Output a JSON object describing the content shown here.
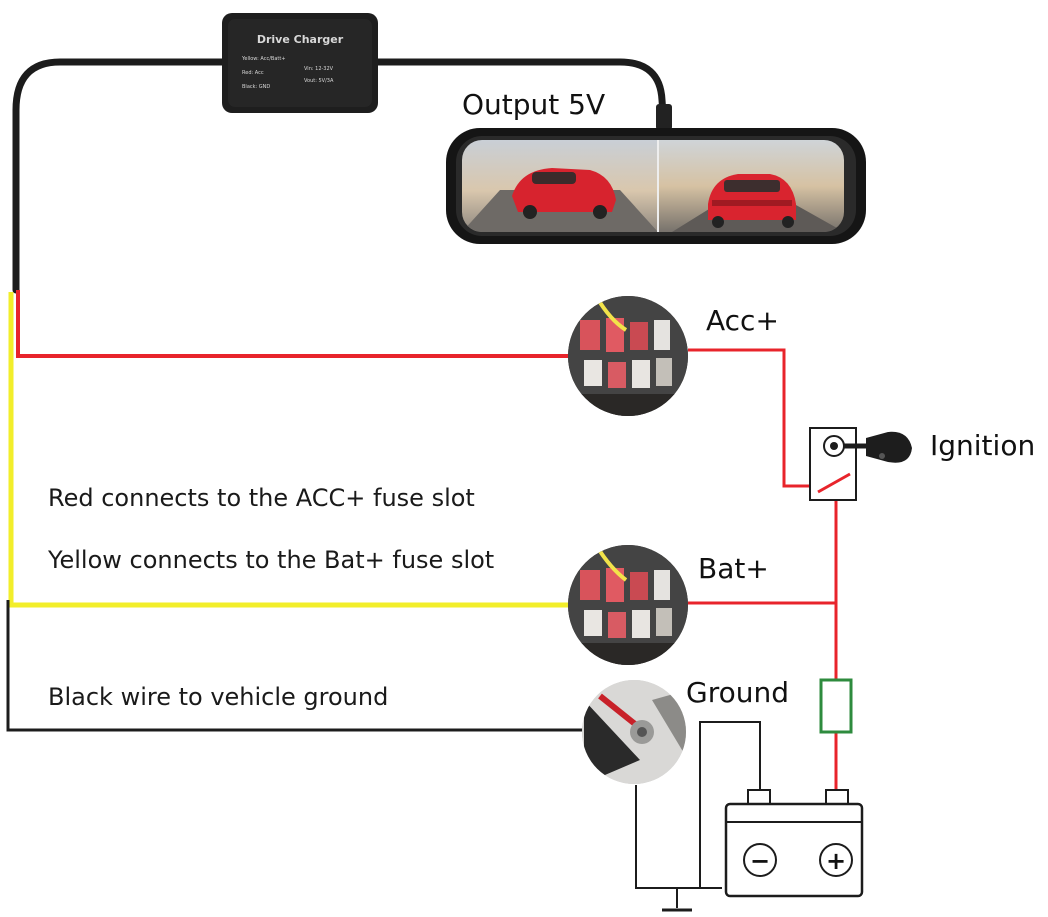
{
  "diagram": {
    "charger": {
      "title": "Drive Charger",
      "spec_lines": [
        "Yellow: Acc/Batt+",
        "Red: Acc",
        "Black: GND"
      ],
      "spec_right": [
        "Vin: 12-32V",
        "Vout: 5V/3A"
      ]
    },
    "labels": {
      "output": "Output 5V",
      "acc": "Acc+",
      "ignition": "Ignition",
      "bat": "Bat+",
      "ground": "Ground"
    },
    "notes": {
      "red": "Red connects to the ACC+ fuse slot",
      "yellow": "Yellow connects to the Bat+ fuse slot",
      "black": "Black wire to vehicle ground"
    },
    "battery": {
      "minus": "−",
      "plus": "+"
    },
    "colors": {
      "red_wire": "#e8242b",
      "yellow_wire": "#f2ee2a",
      "black_wire": "#1c1c1c",
      "fuse": "#2e8b3e"
    }
  }
}
